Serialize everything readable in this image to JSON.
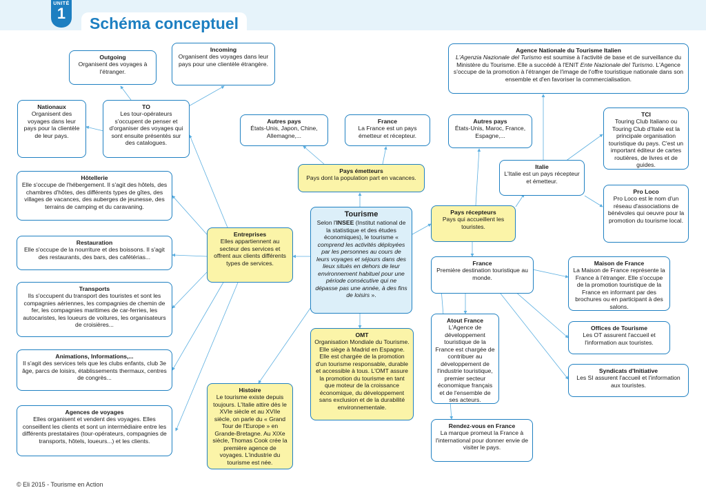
{
  "header": {
    "unit_label": "UNITÉ",
    "unit_number": "1",
    "title": "Schéma conceptuel"
  },
  "footer": "© Eli 2015 - Tourisme en Action",
  "nodes": {
    "outgoing": {
      "title": "Outgoing",
      "body": "Organisent des voyages à l'étranger."
    },
    "incoming": {
      "title": "Incoming",
      "body": "Organisent des voyages dans leur pays pour une clientèle étrangère."
    },
    "nationaux": {
      "title": "Nationaux",
      "body": "Organisent des voyages dans leur pays pour la clientèle de leur pays."
    },
    "to": {
      "title": "TO",
      "body": "Les tour-opérateurs s'occupent de penser et d'organiser des voyages qui sont ensuite présentés sur des catalogues."
    },
    "hotellerie": {
      "title": "Hôtellerie",
      "body": "Elle s'occupe de l'hébergement. Il s'agit des hôtels, des chambres d'hôtes, des différents types de gîtes, des villages de vacances, des auberges de jeunesse, des terrains de camping et du caravaning."
    },
    "restauration": {
      "title": "Restauration",
      "body": "Elle s'occupe de la nourriture et des boissons. Il s'agit des restaurants, des bars, des cafétérias..."
    },
    "transports": {
      "title": "Transports",
      "body": "Ils s'occupent du transport des touristes et sont les compagnies aériennes, les compagnies de chemin de fer, les compagnies maritimes de car-ferries, les autocaristes, les loueurs de voitures, les organisateurs de croisières..."
    },
    "animations": {
      "title": "Animations, Informations,...",
      "body": "Il s'agit des services tels que les clubs enfants, club 3e âge, parcs de loisirs, établissements thermaux, centres de congrès..."
    },
    "agences": {
      "title": "Agences de voyages",
      "body": "Elles organisent et vendent des voyages. Elles conseillent les clients et sont un intermédiaire entre les différents prestataires (tour-opérateurs, compagnies de transports, hôtels, loueurs...) et les clients."
    },
    "entreprises": {
      "title": "Entreprises",
      "body": "Elles appartiennent au secteur des services et offrent aux clients différents types de services."
    },
    "autres_pays_emet": {
      "title": "Autres pays",
      "body": "États-Unis, Japon, Chine, Allemagne,..."
    },
    "france_emet": {
      "title": "France",
      "body": "La France est un pays émetteur et récepteur."
    },
    "pays_emetteurs": {
      "title": "Pays émetteurs",
      "body": "Pays dont la population part en vacances."
    },
    "tourisme": {
      "title": "Tourisme",
      "body_a": "Selon l'",
      "insee": "INSEE",
      "body_b": " (Institut national de la statistique et des études économiques), le tourisme « ",
      "quote": "comprend les activités déployées par les personnes au cours de leurs voyages et séjours dans des lieux situés en dehors de leur environnement habituel pour une période consécutive qui ne dépasse pas une année, à des fins de loisirs",
      "body_c": " »."
    },
    "omt": {
      "title": "OMT",
      "body": "Organisation Mondiale du Tourisme. Elle siège à Madrid en Espagne. Elle est chargée de la promotion d'un tourisme responsable, durable et accessible à tous. L'OMT assure la promotion du tourisme en tant que moteur de la croissance économique, du développement sans exclusion et de la durabilité environnementale."
    },
    "histoire": {
      "title": "Histoire",
      "body": "Le tourisme existe depuis toujours. L'Italie attire dès le XVIe siècle et au XVIIe siècle, on parle du « Grand Tour de l'Europe » en Grande-Bretagne. Au XIXe siècle, Thomas Cook crée la première agence de voyages. L'industrie du tourisme est née."
    },
    "agence_italien": {
      "title": "Agence Nationale du Tourisme Italien",
      "name_it": "L'Agenzia Nazionale del Turismo",
      "body_a": " est soumise à l'activité de base et de surveillance du Ministère du Tourisme. Elle a succédé à l'ENIT ",
      "enit": "Ente Nazionale del Turismo",
      "body_b": ". L'Agence s'occupe de la promotion à l'étranger de l'image de l'offre touristique nationale dans son ensemble et d'en favoriser la commercialisation."
    },
    "autres_pays_recep": {
      "title": "Autres pays",
      "body": "États-Unis, Maroc, France, Espagne,..."
    },
    "pays_recepteurs": {
      "title": "Pays récepteurs",
      "body": "Pays qui accueillent les touristes."
    },
    "italie": {
      "title": "Italie",
      "body": "L'Italie est un pays récepteur et émetteur."
    },
    "tci": {
      "title": "TCI",
      "body": "Touring Club Italiano ou Touring Club d'Italie est la principale organisation touristique du pays. C'est un important éditeur de cartes routières, de livres et de guides."
    },
    "pro_loco": {
      "title": "Pro Loco",
      "body": "Pro Loco est le nom d'un réseau d'associations de bénévoles qui oeuvre pour la promotion du tourisme local."
    },
    "france_recep": {
      "title": "France",
      "body": "Première destination touristique au monde."
    },
    "maison_france": {
      "title": "Maison de France",
      "body": "La Maison de France représente la France à l'étranger. Elle s'occupe de la promotion touristique de la France en informant par des brochures ou en participant à des salons."
    },
    "atout_france": {
      "title": "Atout France",
      "body": "L'Agence de développement touristique de la France est chargée de contribuer au développement de l'industrie touristique, premier secteur économique français et de l'ensemble de ses acteurs."
    },
    "offices": {
      "title": "Offices de Tourisme",
      "body": "Les OT assurent l'accueil et l'information aux touristes."
    },
    "syndicats": {
      "title": "Syndicats d'Initiative",
      "body": "Les SI assurent l'accueil et l'information aux touristes."
    },
    "rendez_vous": {
      "title": "Rendez-vous en France",
      "body": "La marque promeut la France à l'international pour donner envie de visiter le pays."
    }
  },
  "colors": {
    "accent": "#1d7fc1",
    "yellow_fill": "#fbf4a8",
    "blue_fill": "#dceff9",
    "header_band": "#e6f3fa",
    "connector": "#5aaee0"
  }
}
